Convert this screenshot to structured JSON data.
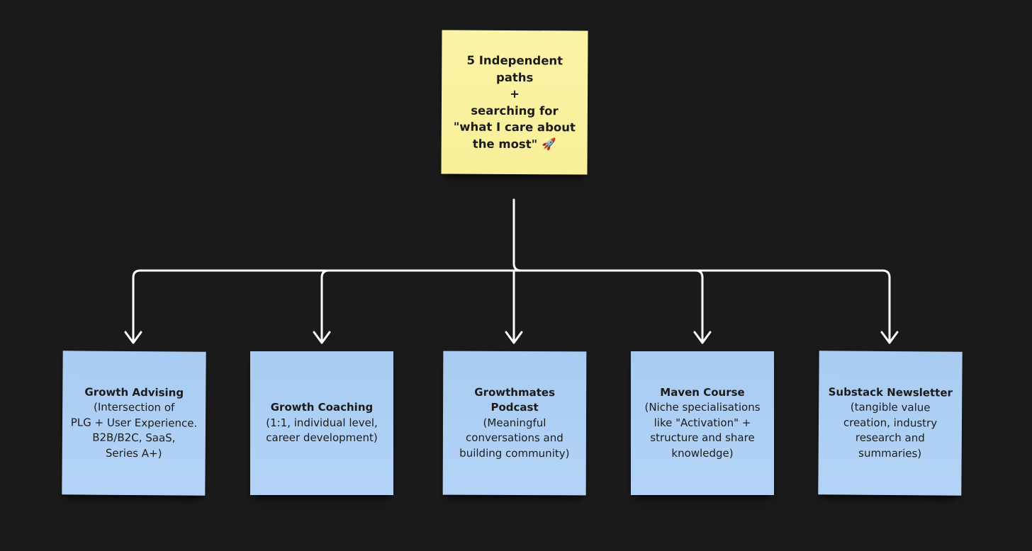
{
  "root": {
    "lines": [
      "5 Independent",
      "paths",
      "+",
      "searching for",
      "\"what I care about",
      "the most\""
    ],
    "emoji": "🚀"
  },
  "children": [
    {
      "title": "Growth Advising",
      "lines": [
        "(Intersection of",
        "PLG + User Experience.",
        "B2B/B2C, SaaS,",
        "Series A+)"
      ]
    },
    {
      "title": "Growth Coaching",
      "lines": [
        "(1:1, individual level,",
        "career development)"
      ]
    },
    {
      "title_lines": [
        "Growthmates",
        "Podcast"
      ],
      "lines": [
        "(Meaningful",
        "conversations and",
        "building community)"
      ]
    },
    {
      "title": "Maven Course",
      "lines": [
        "(Niche specialisations",
        "like \"Activation\" +",
        "structure and share",
        "knowledge)"
      ]
    },
    {
      "title": "Substack Newsletter",
      "lines": [
        "(tangible value",
        "creation, industry",
        "research and",
        "summaries)"
      ]
    }
  ],
  "colors": {
    "background": "#1a1a1a",
    "root_note": "#faf09a",
    "child_note": "#aecff4",
    "connector": "#ffffff"
  }
}
